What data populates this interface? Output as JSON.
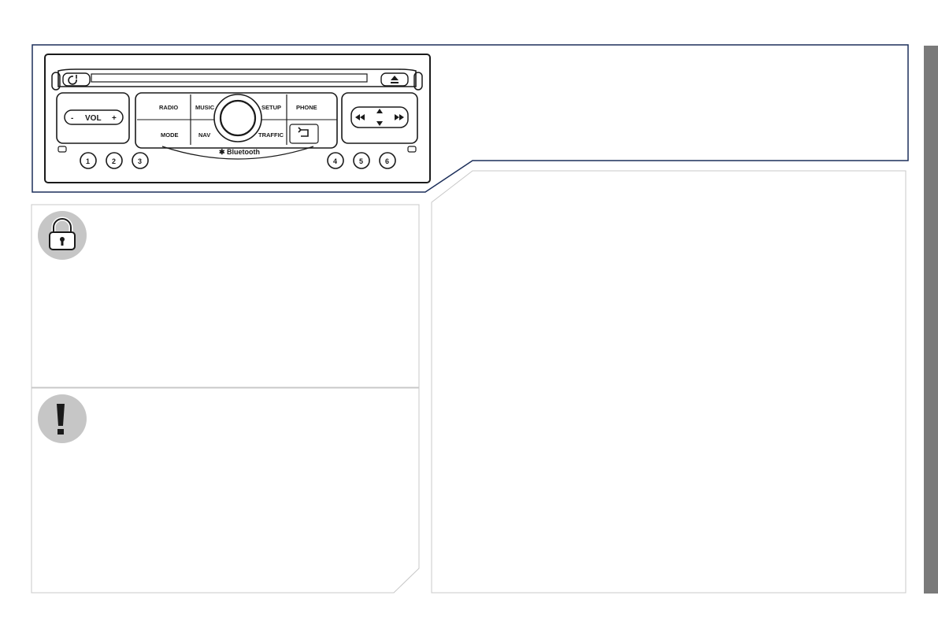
{
  "radio": {
    "vol_label": "VOL",
    "vol_minus": "-",
    "vol_plus": "+",
    "radio_label": "RADIO",
    "music_label": "MUSIC",
    "setup_label": "SETUP",
    "phone_label": "PHONE",
    "mode_label": "MODE",
    "nav_label": "NAV",
    "traffic_label": "TRAFFIC",
    "bluetooth_label": "Bluetooth",
    "presets": [
      "1",
      "2",
      "3",
      "4",
      "5",
      "6"
    ]
  },
  "icons": {
    "power": "power-icon",
    "eject": "eject-icon",
    "back": "back-arrow-icon",
    "lock": "lock-icon",
    "warning": "exclamation-icon",
    "bluetooth": "bluetooth-icon"
  },
  "colors": {
    "frame_border": "#1c2f5a",
    "panel_border": "#c8c8c8",
    "icon_bg": "#c6c6c6",
    "side_tab": "#7a7a7a"
  }
}
